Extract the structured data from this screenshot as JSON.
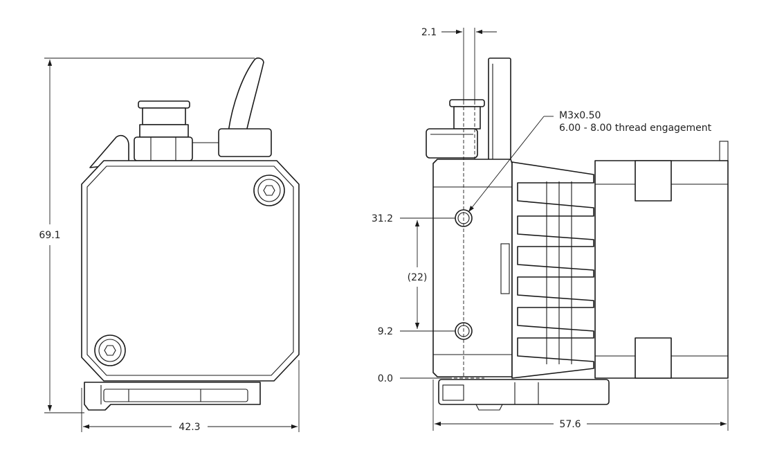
{
  "drawing": {
    "front_view": {
      "dim_height": "69.1",
      "dim_width": "42.3"
    },
    "side_view": {
      "dim_top_offset": "2.1",
      "thread_spec_line1": "M3x0.50",
      "thread_spec_line2": "6.00 - 8.00 thread engagement",
      "dim_upper_hole": "31.2",
      "dim_spacing": "(22)",
      "dim_lower_hole": "9.2",
      "dim_base": "0.0",
      "dim_depth": "57.6"
    },
    "colors": {
      "line": "#1a1a1a",
      "background": "#ffffff"
    }
  }
}
